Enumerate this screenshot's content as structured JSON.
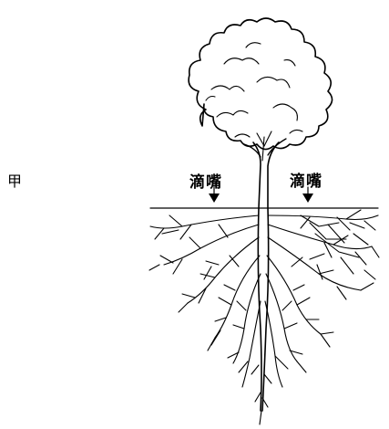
{
  "figure": {
    "panel_label": "甲",
    "drip_labels": [
      "滴嘴",
      "滴嘴"
    ]
  },
  "colors": {
    "ink": "#000000",
    "background": "#ffffff"
  }
}
